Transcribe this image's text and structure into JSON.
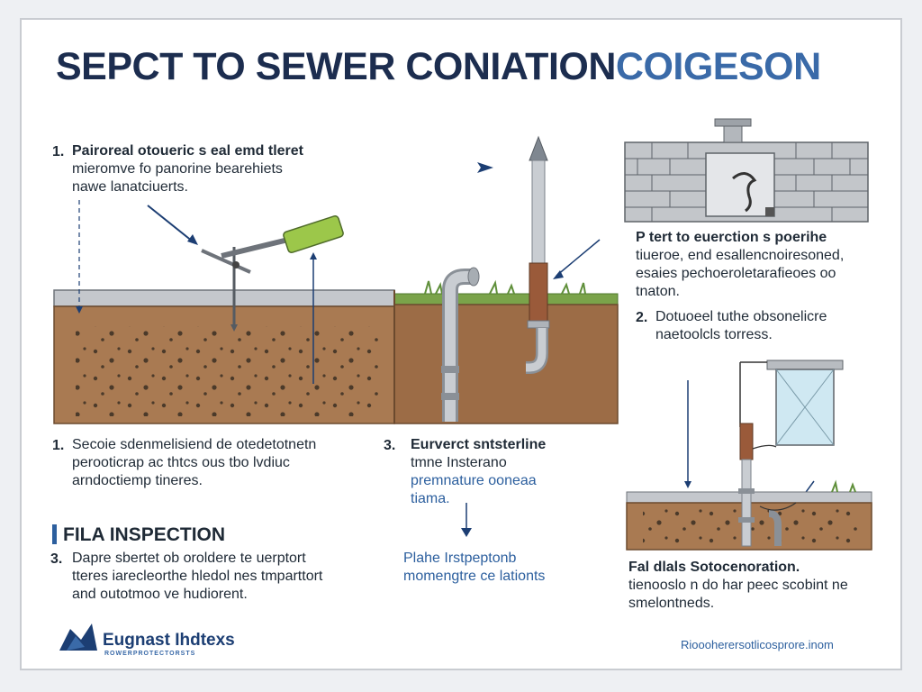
{
  "title": {
    "main": "SEPCT TO SEWER CONIATION",
    "accent": "COIGESON"
  },
  "steps": {
    "s1": {
      "num": "1.",
      "lines": [
        "Pairoreal otoueric s eal emd tleret",
        "mieromve fo panorine bearehiets",
        "nawe lanatciuerts."
      ]
    },
    "s2": {
      "num": "1.",
      "lines": [
        "Secoie sdenmelisiend de otedetotnetn",
        "perooticrap ac thtcs ous tbo lvdiuc",
        "arndoctiemp tineres."
      ]
    },
    "s3": {
      "num": "3.",
      "title": "Eurverct sntsterline",
      "lines": [
        "tmne Insterano",
        "premnature ooneaa",
        "tiama."
      ]
    },
    "s4": {
      "title": "P tert to euerction s poerihe",
      "lines": [
        "tiueroe, end esallencnoiresoned,",
        "esaies pechoeroletarafieoes oo",
        "tnaton."
      ]
    },
    "s5": {
      "num": "2.",
      "lines": [
        "Dotuoeel tuthe obsonelicre",
        "naetoolcls torress."
      ]
    }
  },
  "inspection": {
    "heading": "FILA INSPECTION",
    "num": "3.",
    "lines": [
      "Dapre sbertet ob oroldere te uerptort",
      "tteres iarecleorthe hledol nes tmparttort",
      "and outotmoo ve hudiorent."
    ]
  },
  "plane": {
    "lines": [
      "Plahe Irstpeptonb",
      "momengtre ce lationts"
    ]
  },
  "final": {
    "lines": [
      "Fal dlals Sotocenoration.",
      "tienooslo n do har peec scobint ne",
      "smelontneds."
    ]
  },
  "footer": {
    "brand": "Eugnast Ihdtexs",
    "tagline": "ROWERPROTECTORSTS",
    "url": "Rioooherersotlicosprore.inom"
  },
  "colors": {
    "navy": "#1c2d4f",
    "accent": "#3a6aa8",
    "soil": "#a97a52",
    "grass": "#5f8f3a",
    "pipe": "#b9bec4",
    "lime": "#9cc74a",
    "rust": "#9a5a3a"
  }
}
